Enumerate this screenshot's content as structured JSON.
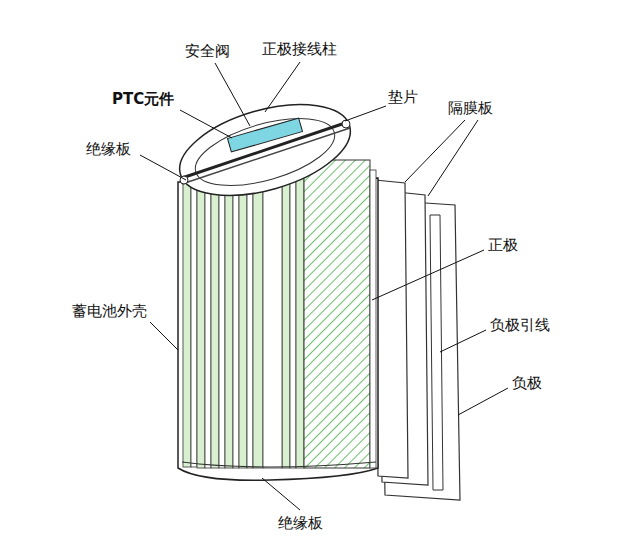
{
  "diagram": {
    "labels": [
      "安全阀",
      "正极接线柱",
      "垫片",
      "PTC元件",
      "隔膜板",
      "绝缘板",
      "正极",
      "负极引线",
      "蓄电池外壳",
      "负极",
      "绝缘板"
    ]
  }
}
